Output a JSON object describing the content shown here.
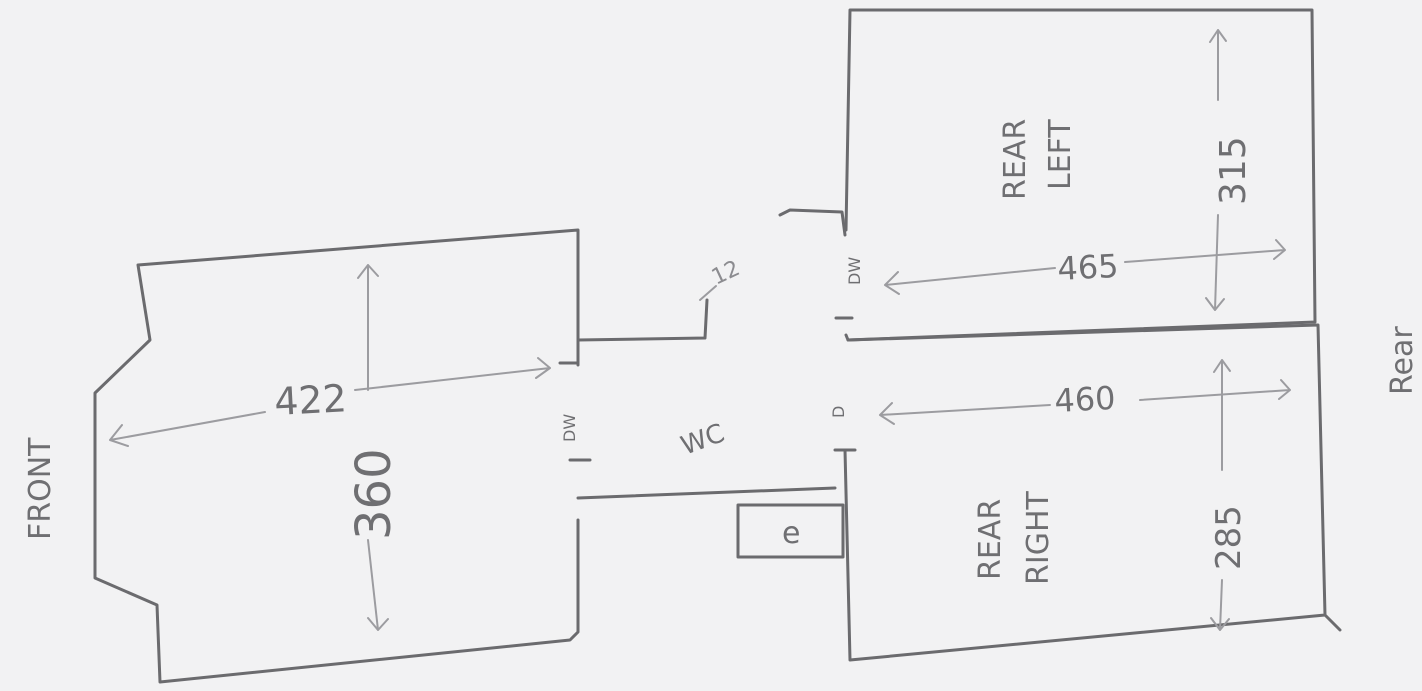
{
  "labels": {
    "front": "FRONT",
    "rear": "Rear",
    "rear_left_line1": "REAR",
    "rear_left_line2": "LEFT",
    "rear_right_line1": "REAR",
    "rear_right_line2": "RIGHT",
    "wc": "WC",
    "e": "e"
  },
  "dimensions": {
    "front_length": "422",
    "front_width": "360",
    "rear_left_length": "465",
    "rear_left_width": "315",
    "rear_right_length": "460",
    "rear_right_width": "285",
    "passage_offset": "12"
  },
  "door_marks": {
    "front": "DW",
    "rear_left": "DW",
    "rear_right": "D"
  },
  "colors": {
    "paper": "#f2f2f3",
    "pencil": "#6b6b6e",
    "pencil_light": "#9c9ca0"
  }
}
